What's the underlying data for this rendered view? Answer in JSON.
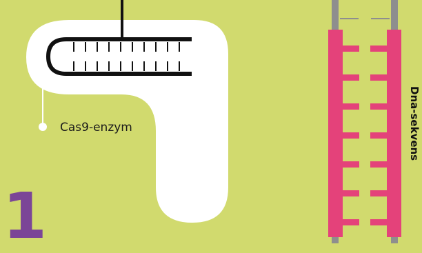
{
  "labels": {
    "enzyme": "Cas9-enzym",
    "step": "1",
    "dna": "Dna-sekvens"
  },
  "colors": {
    "background": "#d1da6e",
    "enzyme_body": "#ffffff",
    "dna_strand": "#e4427a",
    "dna_backbone": "#8e8e8e",
    "guide_rna": "#111111",
    "step_number": "#7b4597"
  }
}
